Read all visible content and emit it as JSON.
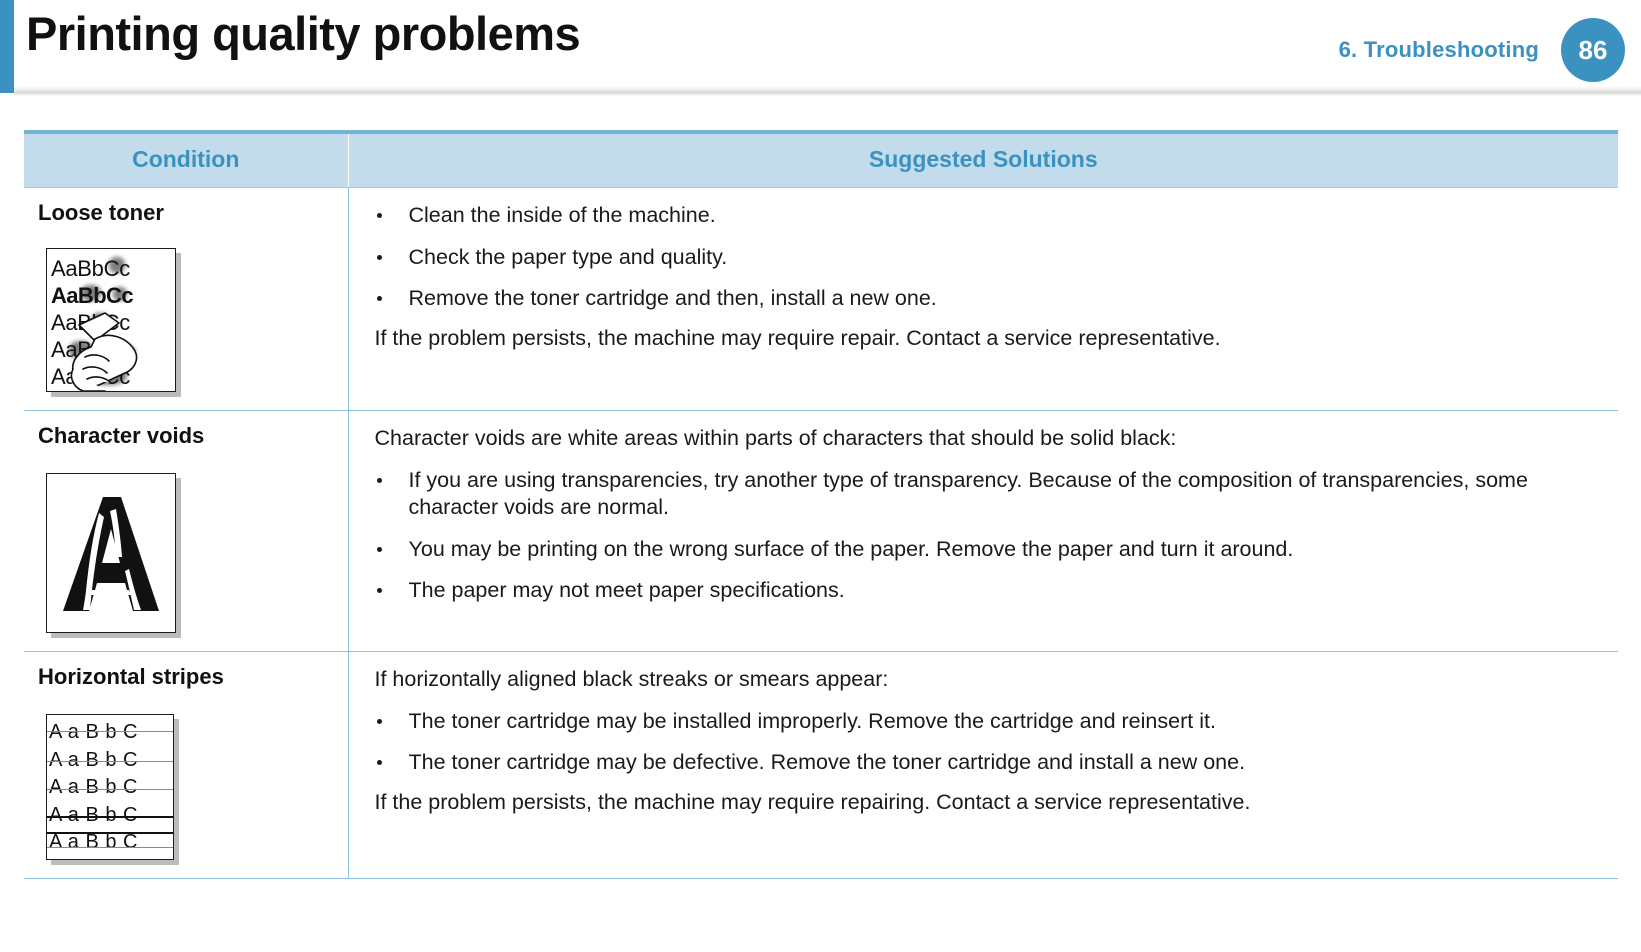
{
  "header": {
    "title": "Printing quality problems",
    "chapter": "6.  Troubleshooting",
    "page_number": "86",
    "accent_color": "#3b92c0"
  },
  "table": {
    "columns": {
      "condition": "Condition",
      "solutions": "Suggested Solutions"
    },
    "rows": [
      {
        "condition": "Loose toner",
        "sample": {
          "name": "loose-toner-sample",
          "lines": [
            "AaBbCc",
            "AaBbCc",
            "AaBbCc",
            "AaBbCc",
            "AaBbCc"
          ]
        },
        "intro": "",
        "bullets": [
          "Clean the inside of the machine.",
          "Check the paper type and quality.",
          "Remove the toner cartridge and then, install a new one."
        ],
        "footer": "If the problem persists, the machine may require repair. Contact a service representative."
      },
      {
        "condition": "Character voids",
        "sample": {
          "name": "character-void-sample",
          "lines": [
            "A"
          ]
        },
        "intro": "Character voids are white areas within parts of characters that should be solid black:",
        "bullets": [
          "If you are using transparencies, try another type of transparency. Because of the composition of transparencies, some character voids are normal.",
          "You may be printing on the wrong surface of the paper. Remove the paper and turn it around.",
          "The paper may not meet paper specifications."
        ],
        "footer": ""
      },
      {
        "condition": "Horizontal stripes",
        "sample": {
          "name": "horizontal-stripes-sample",
          "lines": [
            "A a B b C",
            "A a B b C",
            "A a B b C",
            "A a B b C",
            "A a B b C"
          ]
        },
        "intro": "If horizontally aligned black streaks or smears appear:",
        "bullets": [
          "The toner cartridge may be installed improperly. Remove the cartridge and reinsert it.",
          "The toner cartridge may be defective. Remove the toner cartridge and install a new one."
        ],
        "footer": "If the problem persists, the machine may require repairing. Contact a service representative."
      }
    ]
  }
}
